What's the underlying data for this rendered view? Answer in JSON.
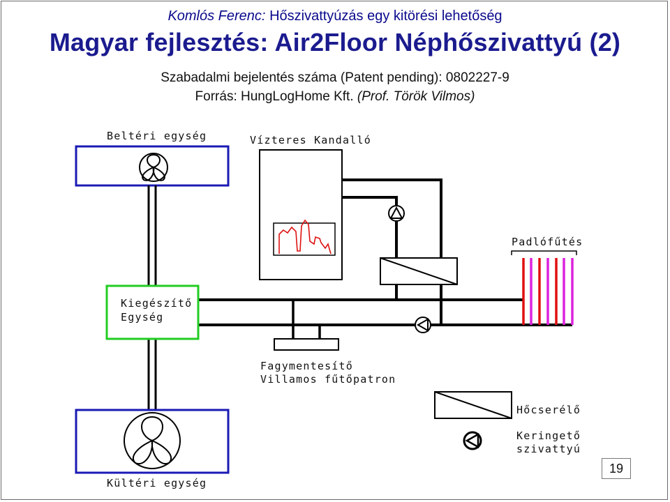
{
  "header": {
    "author": "Komlós Ferenc:",
    "topic": "Hőszivattyúzás  egy kitörési lehetőség",
    "title": "Magyar fejlesztés: Air2Floor Néphőszivattyú (2)",
    "patent": "Szabadalmi bejelentés száma (Patent pending): 0802227-9",
    "source_prefix": "Forrás: HungLogHome Kft.",
    "source_person": "(Prof. Török Vilmos)"
  },
  "labels": {
    "indoor_unit": "Beltéri egység",
    "stove": "Vízteres Kandalló",
    "floor_heating": "Padlófűtés",
    "supplement_line1": "Kiegészítő",
    "supplement_line2": "Egység",
    "antifreeze_line1": "Fagymentesítő",
    "antifreeze_line2": "Villamos fűtőpatron",
    "outdoor_unit": "Kültéri egység"
  },
  "legend": {
    "heat_exchanger": "Hőcserélő",
    "pump_line1": "Keringető",
    "pump_line2": "szivattyú"
  },
  "colors": {
    "indoor_box": "#1a1ab4",
    "outdoor_box": "#1a1ab4",
    "supplement_box": "#22cc22",
    "flame": "#dd1111",
    "floor_red": "#e01010",
    "floor_magenta": "#dd22dd",
    "pipe": "#000000"
  },
  "page_number": "19"
}
